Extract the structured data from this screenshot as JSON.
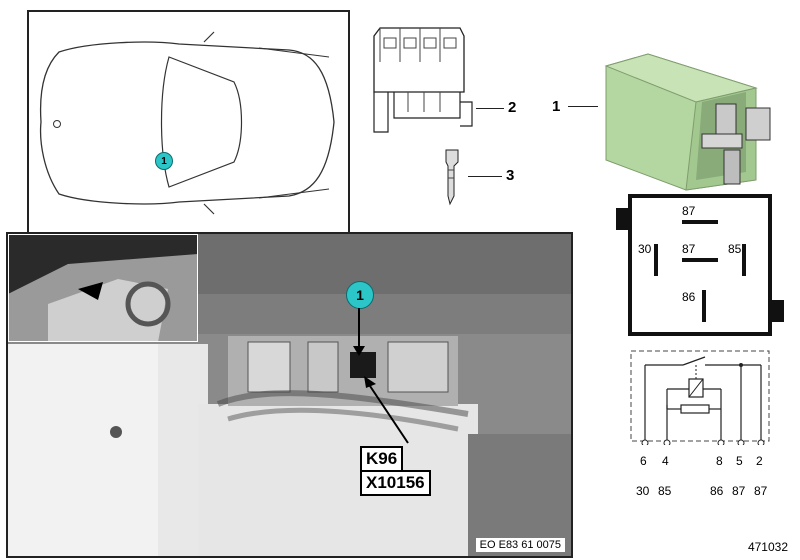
{
  "callouts": {
    "c1": "1",
    "c2": "2",
    "c3": "3"
  },
  "badge": "1",
  "relay_symbol": {
    "p87_top": "87",
    "p30": "30",
    "p87_mid": "87",
    "p85": "85",
    "p86": "86"
  },
  "photo": {
    "label_line1": "K96",
    "label_line2": "X10156",
    "code": "EO E83 61 0075"
  },
  "schematic": {
    "pins": [
      "6",
      "4",
      "8",
      "5",
      "2"
    ],
    "terminals": [
      "30",
      "85",
      "86",
      "87",
      "87"
    ]
  },
  "doc_number": "471032",
  "colors": {
    "relay_green": "#b4d6a0",
    "badge_cyan": "#2dc6c8"
  }
}
